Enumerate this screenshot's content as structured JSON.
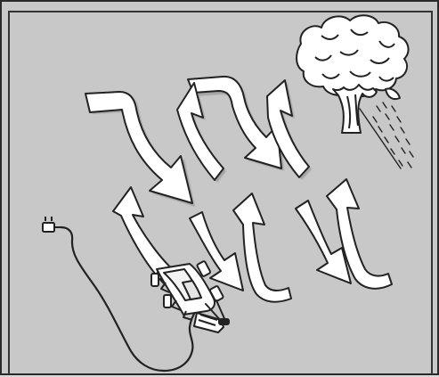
{
  "diagram": {
    "subject": "",
    "colors": {
      "background": "#c8c8c8",
      "arrow_fill": "#ffffff",
      "stroke": "#222222",
      "shadow": "#9a9a9a"
    },
    "icons": [
      "tree-icon",
      "rain-icon",
      "power-plug-icon",
      "extension-cord-icon",
      "lawnmower-icon",
      "mowing-path-arrow-icon"
    ],
    "arrow_directions": {
      "upper_row": [
        "down",
        "up",
        "down",
        "up"
      ],
      "lower_row": [
        "up",
        "down",
        "up",
        "down",
        "up"
      ]
    }
  }
}
